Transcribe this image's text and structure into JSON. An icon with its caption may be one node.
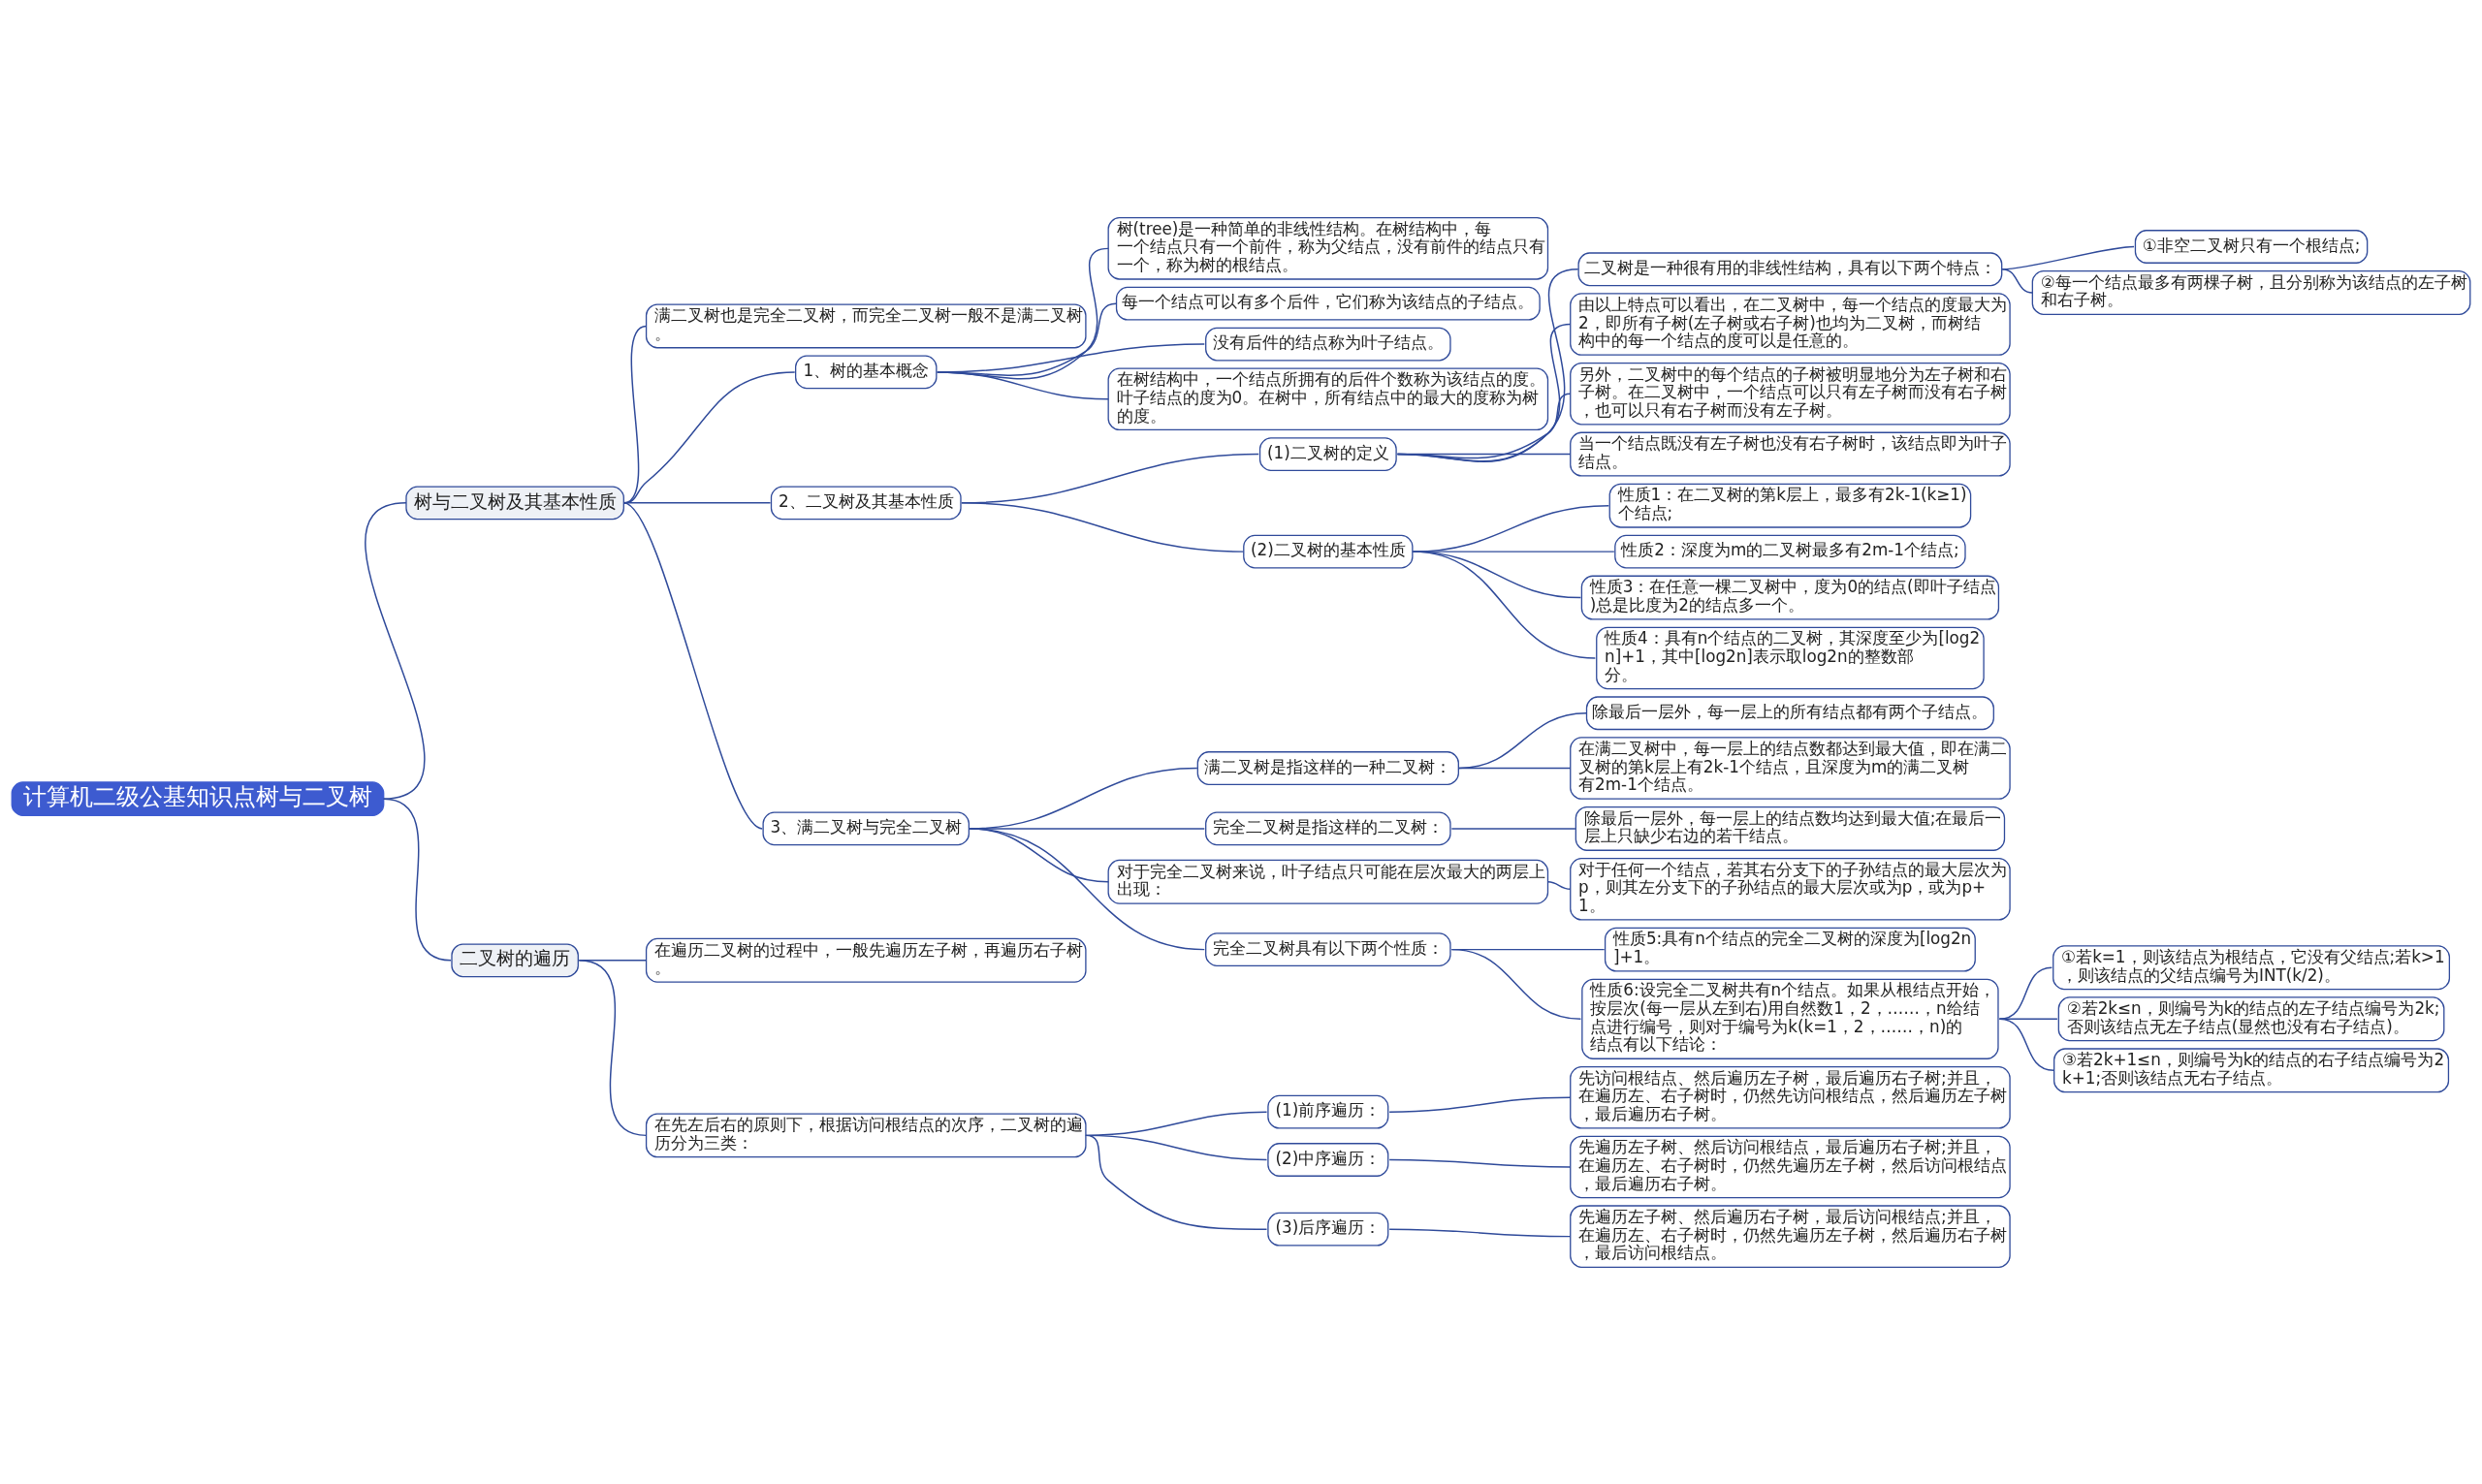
{
  "diagram": {
    "nodes": [
      {
        "text": [
          "计算机二级公基知识点树与二叉树"
        ]
      },
      {
        "text": [
          "树与二叉树及其基本性质"
        ]
      },
      {
        "text": [
          "满二叉树也是完全二叉树，而完全二叉树一般不是满二叉树。"
        ]
      },
      {
        "text": [
          "1、树的基本概念"
        ]
      },
      {
        "text": [
          "树(tree)是一种简单的非线性结构。在树结构中，每一个结点只有一个前件，称为父结点，没有前件的结点只有一个，称为树的根结点。"
        ]
      },
      {
        "text": [
          "每一个结点可以有多个后件，它们称为该结点的子结点。"
        ]
      },
      {
        "text": [
          "没有后件的结点称为叶子结点。"
        ]
      },
      {
        "text": [
          "在树结构中，一个结点所拥有的后件个数称为该结点的度。叶子结点的度为0。在树中，所有结点中的最大的度称为树的度。"
        ]
      },
      {
        "text": [
          "2、二叉树及其基本性质"
        ]
      },
      {
        "text": [
          "(1)二叉树的定义"
        ]
      },
      {
        "text": [
          "二叉树是一种很有用的非线性结构，具有以下两个特点："
        ]
      },
      {
        "text": [
          "①非空二叉树只有一个根结点;"
        ]
      },
      {
        "text": [
          "②每一个结点最多有两棵子树，且分别称为该结点的左子树和右子树。"
        ]
      },
      {
        "text": [
          "由以上特点可以看出，在二叉树中，每一个结点的度最大为2，即所有子树(左子树或右子树)也均为二叉树，而树结构中的每一个结点的度可以是任意的。"
        ]
      },
      {
        "text": [
          "另外，二叉树中的每个结点的子树被明显地分为左子树和右子树。在二叉树中，一个结点可以只有左子树而没有右子树，也可以只有右子树而没有左子树。"
        ]
      },
      {
        "text": [
          "当一个结点既没有左子树也没有右子树时，该结点即为叶子结点。"
        ]
      },
      {
        "text": [
          "(2)二叉树的基本性质"
        ]
      },
      {
        "text": [
          "性质1：在二叉树的第k层上，最多有2k-1(k≥1)个结点;"
        ]
      },
      {
        "text": [
          "性质2：深度为m的二叉树最多有2m-1个结点;"
        ]
      },
      {
        "text": [
          "性质3：在任意一棵二叉树中，度为0的结点(即叶子结点)总是比度为2的结点多一个。"
        ]
      },
      {
        "text": [
          "性质4：具有n个结点的二叉树，其深度至少为[log2n]+1，其中[log2n]表示取log2n的整数部分。"
        ]
      },
      {
        "text": [
          "3、满二叉树与完全二叉树"
        ]
      },
      {
        "text": [
          "满二叉树是指这样的一种二叉树："
        ]
      },
      {
        "text": [
          "除最后一层外，每一层上的所有结点都有两个子结点。"
        ]
      },
      {
        "text": [
          "在满二叉树中，每一层上的结点数都达到最大值，即在满二叉树的第k层上有2k-1个结点，且深度为m的满二叉树有2m-1个结点。"
        ]
      },
      {
        "text": [
          "完全二叉树是指这样的二叉树："
        ]
      },
      {
        "text": [
          "除最后一层外，每一层上的结点数均达到最大值;在最后一层上只缺少右边的若干结点。"
        ]
      },
      {
        "text": [
          "对于完全二叉树来说，叶子结点只可能在层次最大的两层上出现："
        ]
      },
      {
        "text": [
          "对于任何一个结点，若其右分支下的子孙结点的最大层次为p，则其左分支下的子孙结点的最大层次或为p，或为p+1。"
        ]
      },
      {
        "text": [
          "完全二叉树具有以下两个性质："
        ]
      },
      {
        "text": [
          "性质5:具有n个结点的完全二叉树的深度为[log2n]+1。"
        ]
      },
      {
        "text": [
          "性质6:设完全二叉树共有n个结点。如果从根结点开始，按层次(每一层从左到右)用自然数1，2，……，n给结点进行编号，则对于编号为k(k=1，2，……，n)的结点有以下结论："
        ]
      },
      {
        "text": [
          "①若k=1，则该结点为根结点，它没有父结点;若k>1，则该结点的父结点编号为INT(k/2)。"
        ]
      },
      {
        "text": [
          "②若2k≤n，则编号为k的结点的左子结点编号为2k;否则该结点无左子结点(显然也没有右子结点)。"
        ]
      },
      {
        "text": [
          "③若2k+1≤n，则编号为k的结点的右子结点编号为2k+1;否则该结点无右子结点。"
        ]
      },
      {
        "text": [
          "二叉树的遍历"
        ]
      },
      {
        "text": [
          "在遍历二叉树的过程中，一般先遍历左子树，再遍历右子树。"
        ]
      },
      {
        "text": [
          "在先左后右的原则下，根据访问根结点的次序，二叉树的遍历分为三类："
        ]
      },
      {
        "text": [
          "(1)前序遍历："
        ]
      },
      {
        "text": [
          "先访问根结点、然后遍历左子树，最后遍历右子树;并且，在遍历左、右子树时，仍然先访问根结点，然后遍历左子树，最后遍历右子树。"
        ]
      },
      {
        "text": [
          "(2)中序遍历："
        ]
      },
      {
        "text": [
          "先遍历左子树、然后访问根结点，最后遍历右子树;并且，在遍历左、右子树时，仍然先遍历左子树，然后访问根结点，最后遍历右子树。"
        ]
      },
      {
        "text": [
          "(3)后序遍历："
        ]
      },
      {
        "text": [
          "先遍历左子树、然后遍历右子树，最后访问根结点;并且，在遍历左、右子树时，仍然先遍历左子树，然后遍历右子树，最后访问根结点。"
        ]
      }
    ],
    "edges": [
      {
        "from": 0,
        "to": 1,
        "arrow": "none"
      },
      {
        "from": 1,
        "to": 2,
        "arrow": "none"
      },
      {
        "from": 1,
        "to": 3,
        "arrow": "none"
      },
      {
        "from": 3,
        "to": 4,
        "arrow": "none"
      },
      {
        "from": 3,
        "to": 5,
        "arrow": "none"
      },
      {
        "from": 3,
        "to": 6,
        "arrow": "none"
      },
      {
        "from": 3,
        "to": 7,
        "arrow": "none"
      },
      {
        "from": 1,
        "to": 8,
        "arrow": "none"
      },
      {
        "from": 8,
        "to": 9,
        "arrow": "none"
      },
      {
        "from": 9,
        "to": 10,
        "arrow": "none"
      },
      {
        "from": 10,
        "to": 11,
        "arrow": "none"
      },
      {
        "from": 10,
        "to": 12,
        "arrow": "none"
      },
      {
        "from": 9,
        "to": 13,
        "arrow": "none"
      },
      {
        "from": 9,
        "to": 14,
        "arrow": "none"
      },
      {
        "from": 9,
        "to": 15,
        "arrow": "none"
      },
      {
        "from": 8,
        "to": 16,
        "arrow": "none"
      },
      {
        "from": 16,
        "to": 17,
        "arrow": "none"
      },
      {
        "from": 16,
        "to": 18,
        "arrow": "none"
      },
      {
        "from": 16,
        "to": 19,
        "arrow": "none"
      },
      {
        "from": 16,
        "to": 20,
        "arrow": "none"
      },
      {
        "from": 1,
        "to": 21,
        "arrow": "none"
      },
      {
        "from": 21,
        "to": 22,
        "arrow": "none"
      },
      {
        "from": 22,
        "to": 23,
        "arrow": "none"
      },
      {
        "from": 22,
        "to": 24,
        "arrow": "none"
      },
      {
        "from": 21,
        "to": 25,
        "arrow": "none"
      },
      {
        "from": 25,
        "to": 26,
        "arrow": "none"
      },
      {
        "from": 21,
        "to": 27,
        "arrow": "none"
      },
      {
        "from": 27,
        "to": 28,
        "arrow": "none"
      },
      {
        "from": 21,
        "to": 29,
        "arrow": "none"
      },
      {
        "from": 29,
        "to": 30,
        "arrow": "none"
      },
      {
        "from": 29,
        "to": 31,
        "arrow": "none"
      },
      {
        "from": 31,
        "to": 32,
        "arrow": "none"
      },
      {
        "from": 31,
        "to": 33,
        "arrow": "none"
      },
      {
        "from": 31,
        "to": 34,
        "arrow": "none"
      },
      {
        "from": 0,
        "to": 35,
        "arrow": "none"
      },
      {
        "from": 35,
        "to": 36,
        "arrow": "none"
      },
      {
        "from": 35,
        "to": 37,
        "arrow": "none"
      },
      {
        "from": 37,
        "to": 38,
        "arrow": "none"
      },
      {
        "from": 38,
        "to": 39,
        "arrow": "none"
      },
      {
        "from": 37,
        "to": 40,
        "arrow": "none"
      },
      {
        "from": 40,
        "to": 41,
        "arrow": "none"
      },
      {
        "from": 37,
        "to": 42,
        "arrow": "none"
      },
      {
        "from": 42,
        "to": 43,
        "arrow": "none"
      }
    ]
  }
}
